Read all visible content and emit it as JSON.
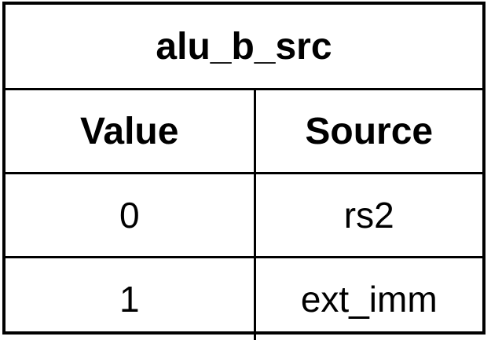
{
  "table": {
    "title": "alu_b_src",
    "headers": {
      "value": "Value",
      "source": "Source"
    },
    "rows": [
      {
        "value": "0",
        "source": "rs2"
      },
      {
        "value": "1",
        "source": "ext_imm"
      }
    ]
  }
}
